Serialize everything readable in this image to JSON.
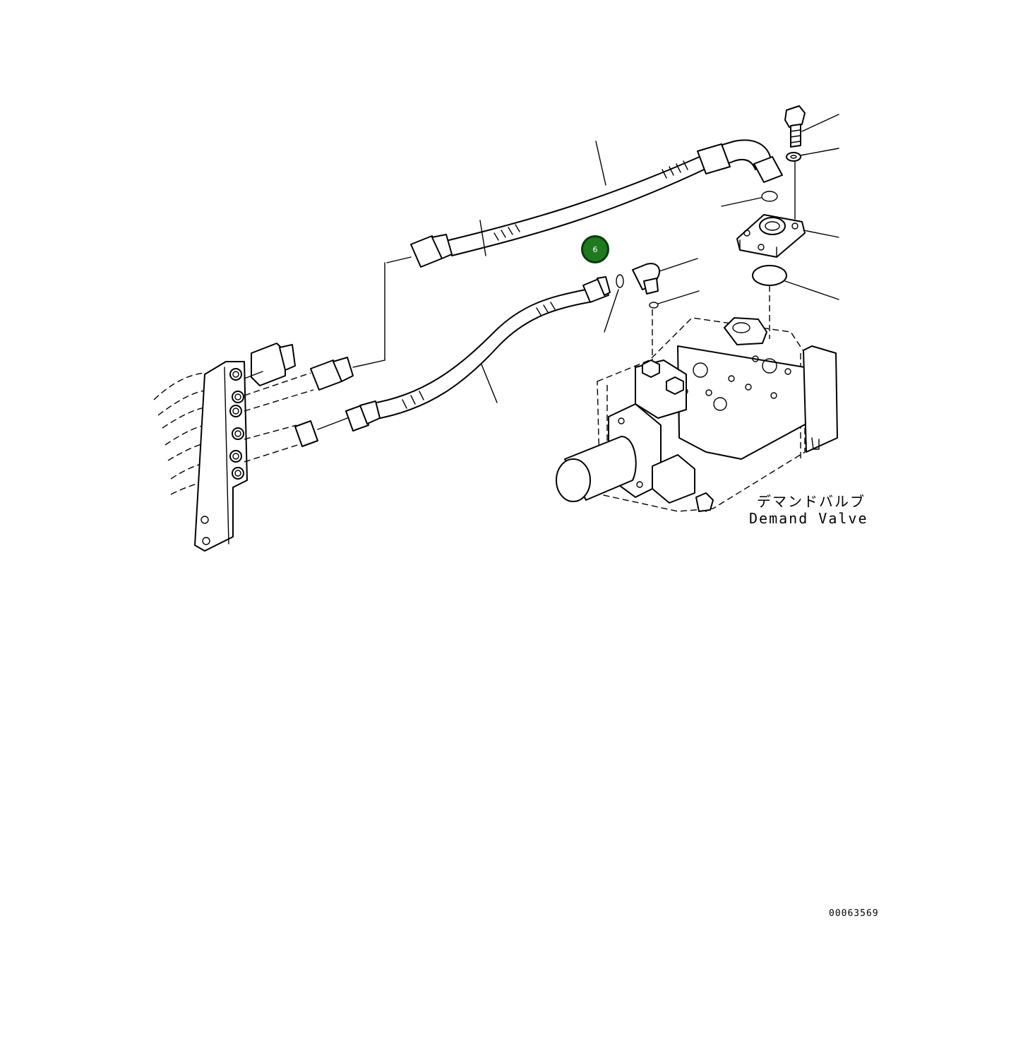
{
  "diagram": {
    "component_label_jp": "デマンドバルブ",
    "component_label_en": "Demand Valve",
    "drawing_number": "00063569"
  },
  "callouts": [
    {
      "number": "6",
      "color": "#1f7a1f"
    }
  ]
}
